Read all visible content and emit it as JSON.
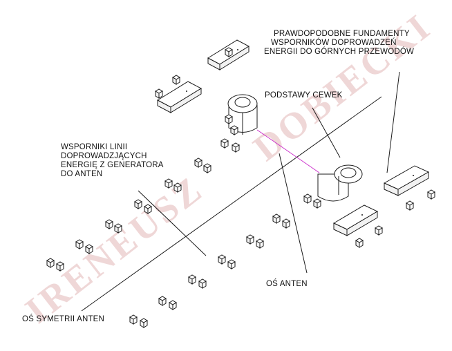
{
  "labels": {
    "foundations": [
      "PRAWDOPODOBNE FUNDAMENTY",
      "WSPORNIKÓW DOPROWADZEŃ",
      "ENERGII DO GÓRNYCH PRZEWODÓW"
    ],
    "coils": "PODSTAWY CEWEK",
    "supports": [
      "WSPORNIKI LINII",
      "DOPROWADZJĄCYCH",
      "ENERGIĘ Z GENERATORA",
      "DO ANTEN"
    ],
    "antenna_axis": "OŚ ANTEN",
    "symmetry_axis": "OŚ SYMETRII ANTEN"
  },
  "watermark": [
    "IRENEUSZ",
    "DOBIECKI"
  ],
  "colors": {
    "line": "#1a1a1a",
    "connector": "#cc33cc",
    "watermark": "#e2b6b6",
    "background": "#ffffff"
  }
}
